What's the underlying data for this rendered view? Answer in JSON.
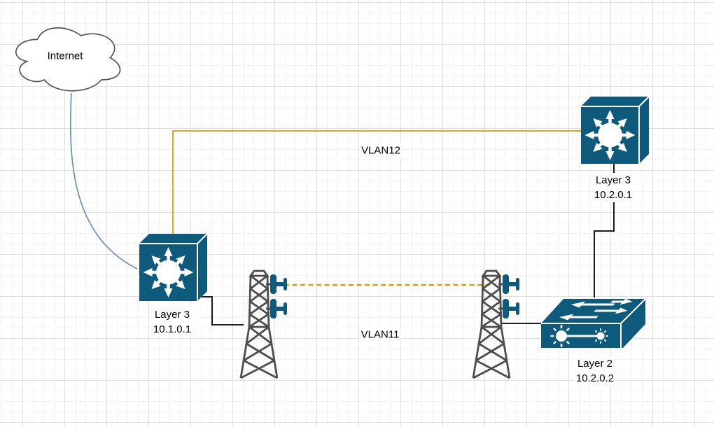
{
  "diagram": {
    "type": "network-topology",
    "nodes": {
      "internet": {
        "label": "Internet",
        "shape": "cloud"
      },
      "l3_left": {
        "label": "Layer 3",
        "ip": "10.1.0.1",
        "shape": "layer3-switch"
      },
      "l3_right": {
        "label": "Layer 3",
        "ip": "10.2.0.1",
        "shape": "layer3-switch"
      },
      "l2_right": {
        "label": "Layer 2",
        "ip": "10.2.0.2",
        "shape": "layer2-switch"
      },
      "tower_left": {
        "shape": "radio-tower"
      },
      "tower_right": {
        "shape": "radio-tower"
      }
    },
    "links": {
      "vlan12": {
        "label": "VLAN12",
        "style": "solid-orange"
      },
      "vlan11": {
        "label": "VLAN11",
        "style": "dashed-orange"
      },
      "internet_uplink": {
        "style": "curved-blue"
      },
      "cables": {
        "style": "solid-black"
      }
    },
    "colors": {
      "device_blue": "#0d5a7c",
      "link_orange": "#d79b00",
      "link_blue": "#6c8ebf",
      "tower_gray": "#4d4d4d",
      "cable_black": "#000000",
      "grid_major": "#dedede",
      "grid_minor": "#f4f4f4"
    }
  }
}
